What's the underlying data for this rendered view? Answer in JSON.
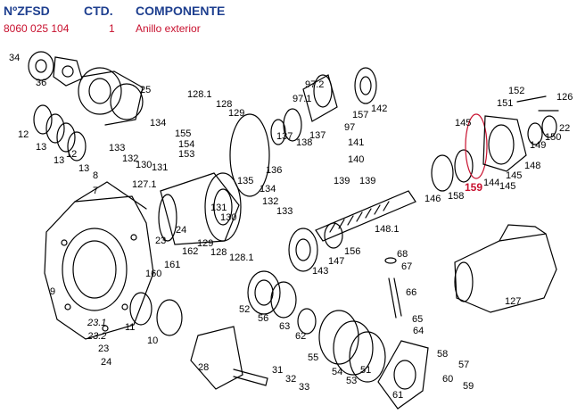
{
  "header": {
    "col_part_number": "NºZFSD",
    "col_quantity": "CTD.",
    "col_component": "COMPONENTE"
  },
  "selected_part": {
    "part_number": "8060 025 104",
    "quantity": "1",
    "component": "Anillo exterior"
  },
  "diagram": {
    "highlight_color": "#c8102e",
    "labels": {
      "l34": "34",
      "l36": "36",
      "l25": "25",
      "l12a": "12",
      "l13a": "13",
      "l13b": "13",
      "l12b": "12",
      "l13c": "13",
      "l8": "8",
      "l7": "7",
      "l9": "9",
      "l1281a": "128.1",
      "l128a": "128",
      "l129a": "129",
      "l134a": "134",
      "l133a": "133",
      "l132a": "132",
      "l155": "155",
      "l154": "154",
      "l153": "153",
      "l130a": "130",
      "l131a": "131",
      "l1271": "127.1",
      "l135": "135",
      "l134b": "134",
      "l132b": "132",
      "l133b": "133",
      "l131b": "131",
      "l130b": "130",
      "l23a": "23",
      "l24a": "24",
      "l129b": "129",
      "l128b": "128",
      "l1281b": "128.1",
      "l162": "162",
      "l161": "161",
      "l160": "160",
      "l136": "136",
      "l137a": "137",
      "l138": "138",
      "l137b": "137",
      "l972": "97.2",
      "l971": "97.1",
      "l157": "157",
      "l142": "142",
      "l97": "97",
      "l141": "141",
      "l140": "140",
      "l139a": "139",
      "l139b": "139",
      "l1481": "148.1",
      "l156": "156",
      "l147": "147",
      "l143": "143",
      "l146": "146",
      "l158": "158",
      "l159": "159",
      "l144": "144",
      "l145a": "145",
      "l145b": "145",
      "l145c": "145",
      "l152": "152",
      "l151": "151",
      "l126": "126",
      "l22": "22",
      "l150": "150",
      "l149": "149",
      "l148": "148",
      "l68": "68",
      "l67": "67",
      "l66": "66",
      "l65": "65",
      "l64": "64",
      "l127": "127",
      "l52": "52",
      "l56": "56",
      "l63": "63",
      "l62": "62",
      "l11": "11",
      "l10": "10",
      "l231": "23.1",
      "l232": "23.2",
      "l23b": "23",
      "l24b": "24",
      "l28": "28",
      "l55": "55",
      "l54": "54",
      "l53": "53",
      "l51": "51",
      "l61": "61",
      "l31": "31",
      "l32": "32",
      "l33": "33",
      "l58": "58",
      "l57": "57",
      "l60": "60",
      "l59": "59"
    }
  }
}
